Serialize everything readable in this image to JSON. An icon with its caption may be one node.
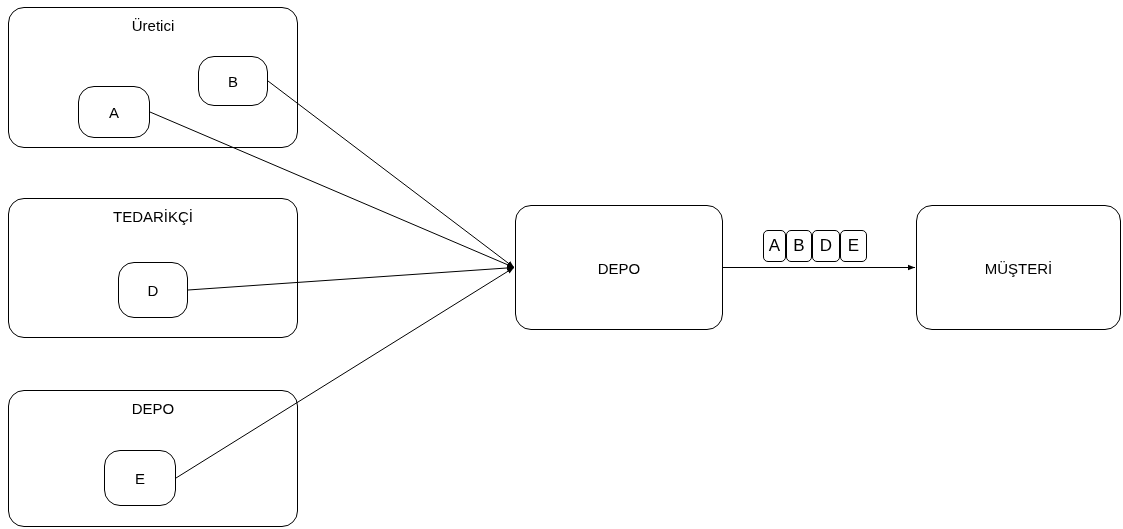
{
  "diagram": {
    "nodes": [
      {
        "text": [
          "Üretici"
        ]
      },
      {
        "text": [
          "B"
        ],
        "in": 0
      },
      {
        "text": [
          "A"
        ],
        "in": 0
      },
      {
        "text": [
          "TEDARİKÇİ"
        ]
      },
      {
        "text": [
          "D"
        ],
        "in": 3
      },
      {
        "text": [
          "DEPO"
        ]
      },
      {
        "text": [
          "E"
        ],
        "in": 5
      },
      {
        "text": [
          "DEPO"
        ]
      },
      {
        "text": [
          "MÜŞTERİ"
        ]
      },
      {
        "text": [
          "A"
        ]
      },
      {
        "text": [
          "B"
        ]
      },
      {
        "text": [
          "D"
        ]
      },
      {
        "text": [
          "E"
        ]
      }
    ],
    "edges": [
      {
        "from": 1,
        "to": 7,
        "arrow": "to"
      },
      {
        "from": 2,
        "to": 7,
        "arrow": "to"
      },
      {
        "from": 4,
        "to": 7,
        "arrow": "to"
      },
      {
        "from": 6,
        "to": 7,
        "arrow": "to"
      },
      {
        "from": 7,
        "to": 8,
        "arrow": "to"
      }
    ]
  }
}
